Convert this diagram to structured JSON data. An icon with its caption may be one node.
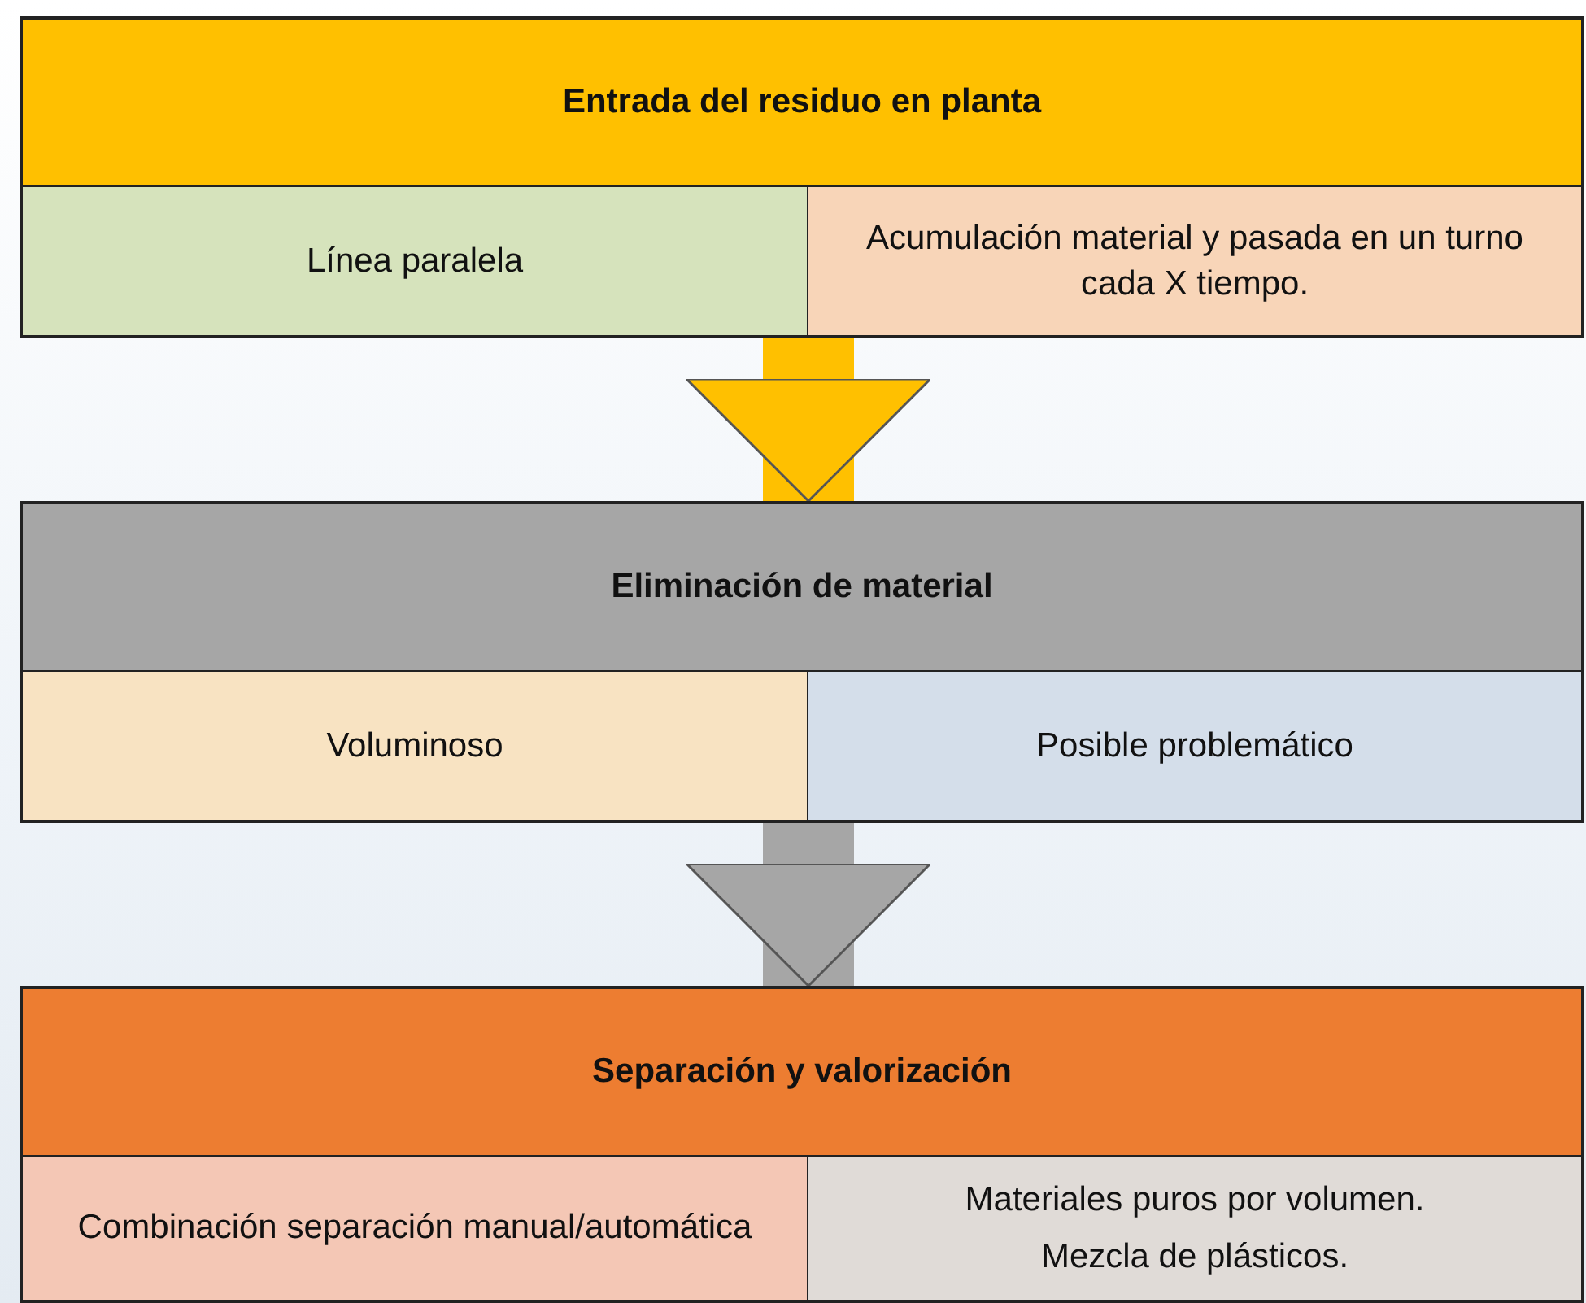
{
  "diagram": {
    "nodes": [
      {
        "text": [],
        "shape": "box"
      },
      {
        "text": [
          "Entrada del residuo en planta"
        ],
        "in": 0
      },
      {
        "text": [
          "Línea paralela"
        ],
        "in": 0
      },
      {
        "text": [
          "Acumulación material y pasada en un turno cada X tiempo."
        ],
        "in": 0
      },
      {
        "text": [],
        "shape": "box"
      },
      {
        "text": [
          "Eliminación de material"
        ],
        "in": 4
      },
      {
        "text": [
          "Voluminoso"
        ],
        "in": 4
      },
      {
        "text": [
          "Posible problemático"
        ],
        "in": 4
      },
      {
        "text": [],
        "shape": "box"
      },
      {
        "text": [
          "Separación y valorización"
        ],
        "in": 8
      },
      {
        "text": [
          "Combinación separación manual/automática"
        ],
        "in": 8
      },
      {
        "text": [
          "Materiales puros por volumen.",
          "Mezcla de plásticos."
        ],
        "in": 8
      }
    ],
    "edges": [
      {
        "from": 0,
        "to": 4,
        "arrow": "to",
        "color": "#ffc000"
      },
      {
        "from": 4,
        "to": 8,
        "arrow": "to",
        "color": "#a6a6a6"
      }
    ]
  }
}
